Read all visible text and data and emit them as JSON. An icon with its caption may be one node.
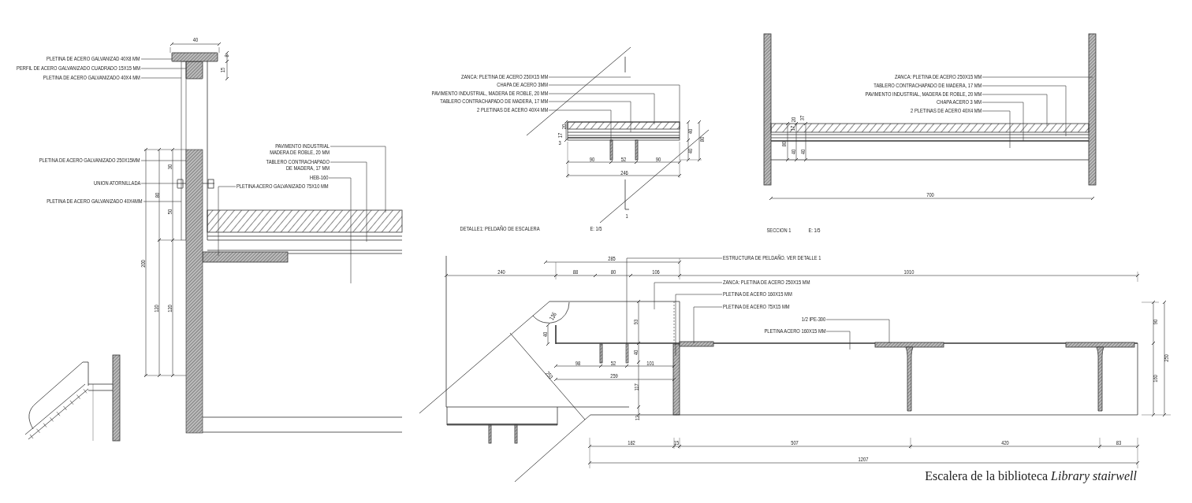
{
  "diagram": {
    "caption": "Escalera de la biblioteca *Library stairwell*",
    "nodes": [
      {
        "text": [
          "PLETINA DE ACERO GALVANIZAD 40X8 MM"
        ]
      },
      {
        "text": [
          "PERFIL DE ACERO GALVANIZADO CUADRADO 15X15 MM"
        ]
      },
      {
        "text": [
          "PLETINA DE ACERO GALVANIZADO 40X4 MM"
        ]
      },
      {
        "text": [
          "PLETINA DE ACERO GALVANIZADO 250X15MM"
        ]
      },
      {
        "text": [
          "UNION ATORNILLADA"
        ]
      },
      {
        "text": [
          "PLETINA DE ACERO GALVANIZADO 40X4MM"
        ]
      },
      {
        "text": [
          "PAVIMENTO INDUSTRIAL MADERA DE ROBLE, 20 MM"
        ]
      },
      {
        "text": [
          "TABLERO CONTRACHAPADO DE MADERA, 17 MM"
        ]
      },
      {
        "text": [
          "HEB-160"
        ]
      },
      {
        "text": [
          "PLETINA ACERO GALVANIZADO 75X10 MM"
        ]
      },
      {
        "text": [
          "ZANCA: PLETINA DE ACERO 250X15 MM"
        ]
      },
      {
        "text": [
          "CHAPA DE ACERO 3MM"
        ]
      },
      {
        "text": [
          "PAVIMENTO INDUSTRIAL, MADERA DE ROBLE, 20 MM"
        ]
      },
      {
        "text": [
          "TABLERO CONTRACHAPADO DE MADERA, 17 MM"
        ]
      },
      {
        "text": [
          "2 PLETINAS DE ACERO 40X4 MM"
        ]
      },
      {
        "text": [
          "ZANCA: PLETINA DE ACERO 250X15 MM"
        ]
      },
      {
        "text": [
          "TABLERO CONTRACHAPADO DE MADERA, 17 MM"
        ]
      },
      {
        "text": [
          "PAVIMENTO INDUSTRIAL, MADERA DE ROBLE, 20 MM"
        ]
      },
      {
        "text": [
          "CHAPA ACERO 3 MM"
        ]
      },
      {
        "text": [
          "2 PLETINAS DE ACERO 40X4 MM"
        ]
      },
      {
        "text": [
          "ESTRUCTURA DE PELDAÑO. VER DETALLE 1"
        ]
      },
      {
        "text": [
          "ZANCA: PLETINA DE ACERO 250X15 MM"
        ]
      },
      {
        "text": [
          "PLETINA DE ACERO 160X15 MM"
        ]
      },
      {
        "text": [
          "PLETINA DE ACERO 75X15 MM"
        ]
      },
      {
        "text": [
          "1/2 IPE-300"
        ]
      },
      {
        "text": [
          "PLETINA ACERO 160X15 MM"
        ]
      },
      {
        "text": [],
        "shape": "box"
      },
      {
        "text": [],
        "shape": "box"
      },
      {
        "text": [],
        "shape": "bar"
      },
      {
        "text": [],
        "shape": "bar"
      },
      {
        "text": [],
        "shape": "box"
      },
      {
        "text": [],
        "shape": "bar"
      }
    ],
    "edges": [
      {
        "from": 0,
        "to": 30,
        "arrow": "none"
      },
      {
        "from": 1,
        "to": 26,
        "arrow": "none"
      },
      {
        "from": 2,
        "to": 29,
        "arrow": "none"
      },
      {
        "from": 3,
        "to": 31,
        "arrow": "none"
      },
      {
        "from": 4,
        "to": 27,
        "arrow": "none"
      },
      {
        "from": 5,
        "to": 29,
        "arrow": "none"
      },
      {
        "from": 6,
        "to": null,
        "arrow": "none"
      },
      {
        "from": 7,
        "to": null,
        "arrow": "none"
      },
      {
        "from": 8,
        "to": null,
        "arrow": "none"
      },
      {
        "from": 9,
        "to": null,
        "arrow": "none"
      },
      {
        "from": 10,
        "to": null,
        "arrow": "none"
      },
      {
        "from": 11,
        "to": null,
        "arrow": "none"
      },
      {
        "from": 12,
        "to": null,
        "arrow": "none"
      },
      {
        "from": 13,
        "to": null,
        "arrow": "none"
      },
      {
        "from": 14,
        "to": null,
        "arrow": "none"
      },
      {
        "from": 15,
        "to": null,
        "arrow": "none"
      },
      {
        "from": 16,
        "to": null,
        "arrow": "none"
      },
      {
        "from": 17,
        "to": null,
        "arrow": "none"
      },
      {
        "from": 18,
        "to": null,
        "arrow": "none"
      },
      {
        "from": 19,
        "to": null,
        "arrow": "none"
      },
      {
        "from": 20,
        "to": 28,
        "arrow": "none"
      },
      {
        "from": 21,
        "to": null,
        "arrow": "none"
      },
      {
        "from": 22,
        "to": null,
        "arrow": "none"
      },
      {
        "from": 23,
        "to": null,
        "arrow": "none"
      },
      {
        "from": 24,
        "to": null,
        "arrow": "none"
      },
      {
        "from": 25,
        "to": null,
        "arrow": "none"
      }
    ],
    "labels": [
      "40",
      "8",
      "15",
      "30",
      "80",
      "50",
      "200",
      "120",
      "120",
      "20",
      "17",
      "3",
      "40",
      "80",
      "40",
      "90",
      "52",
      "90",
      "246",
      "1",
      "DETALLE1: PELDAÑO DE ESCALERA",
      "E: 1/5",
      "20",
      "17",
      "37",
      "80",
      "40",
      "40",
      "700",
      "SECCION 1",
      "E: 1/5",
      "285",
      "240",
      "88",
      "80",
      "106",
      "1010",
      "136",
      "93",
      "40",
      "90",
      "40",
      "98",
      "52",
      "101",
      "250",
      "259",
      "117",
      "160",
      "250",
      "12",
      "182",
      "15",
      "507",
      "420",
      "83",
      "1207"
    ]
  }
}
